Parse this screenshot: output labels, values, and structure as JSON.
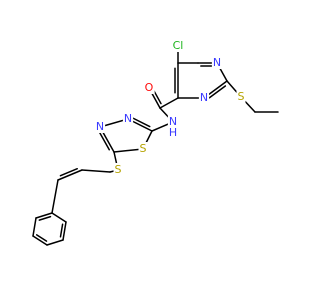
{
  "molecule": {
    "atoms": {
      "cl": "Cl",
      "o": "O",
      "n_pyr_a": "N",
      "n_pyr_b": "N",
      "s_ethyl": "S",
      "nh": "N",
      "h": "H",
      "n_tdz_a": "N",
      "n_tdz_b": "N",
      "s_tdz": "S",
      "s_thioether": "S"
    }
  }
}
